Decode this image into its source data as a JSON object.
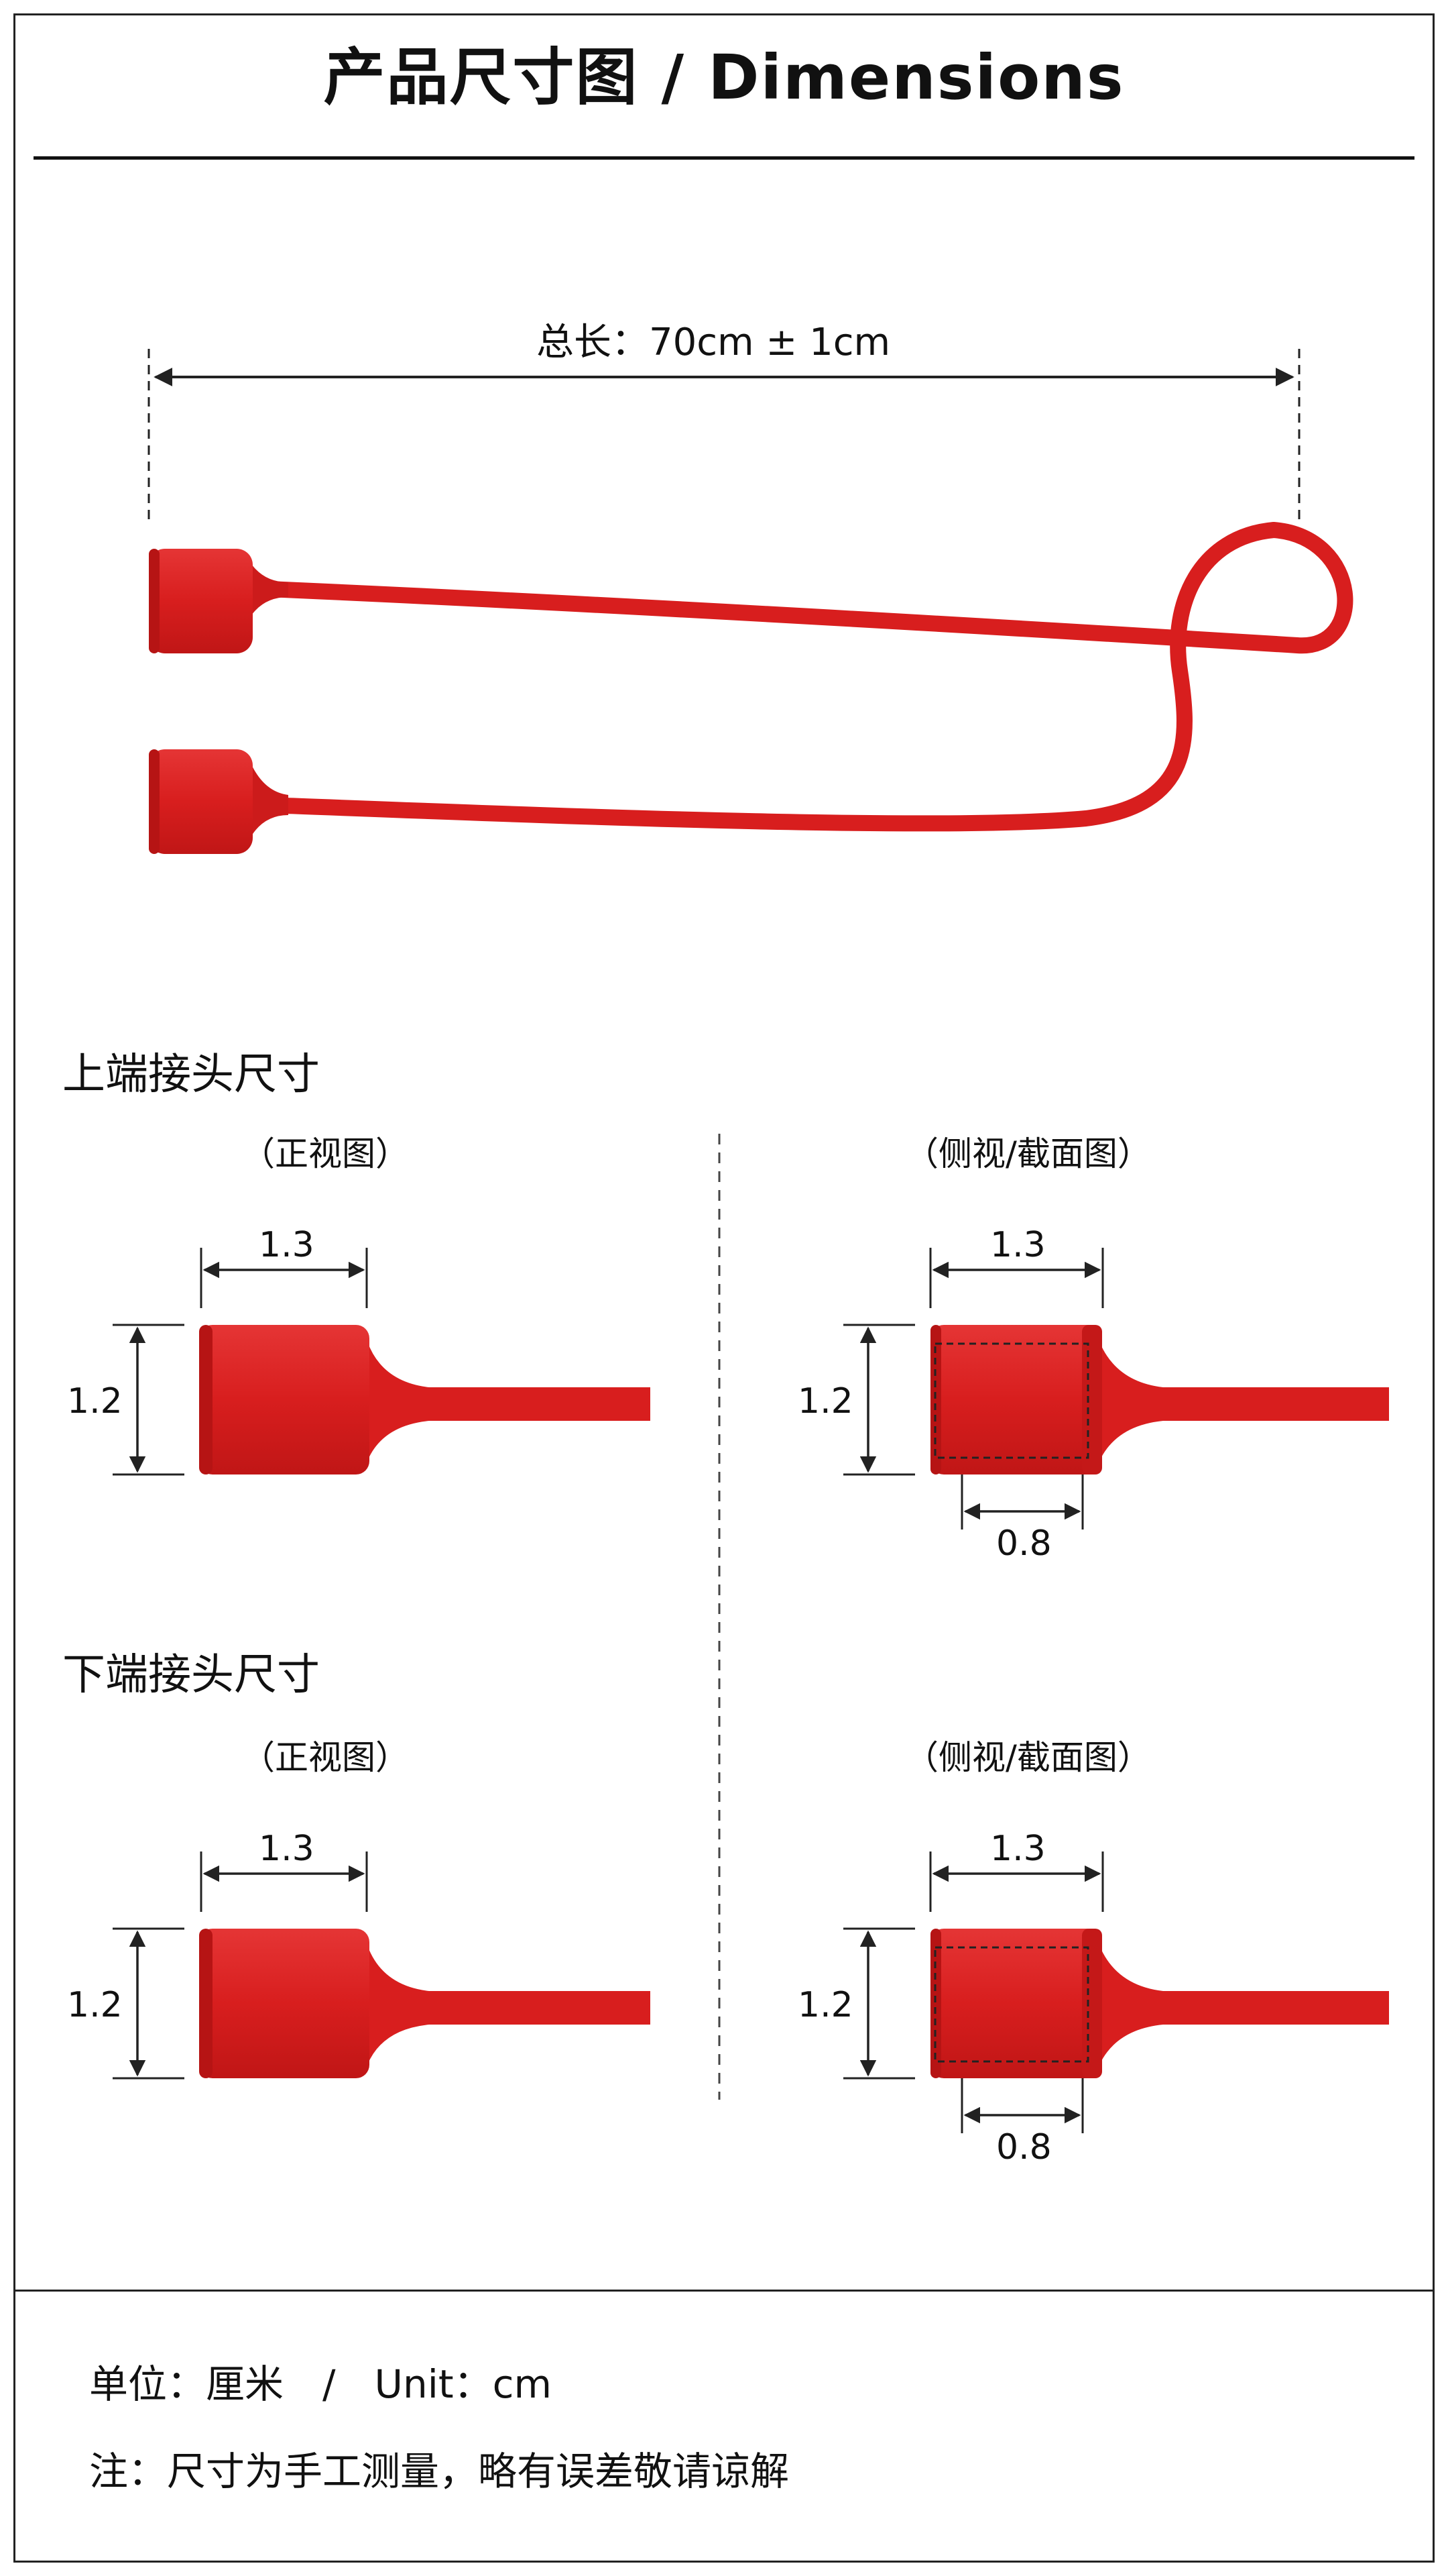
{
  "header": {
    "title": "产品尺寸图 / Dimensions"
  },
  "overall": {
    "length_label": "总长：70cm ± 1cm"
  },
  "sections": {
    "top": {
      "title": "上端接头尺寸",
      "front_view_label": "（正视图）",
      "side_view_label": "（侧视/截面图）",
      "front_width": "1.3",
      "front_height": "1.2",
      "side_width": "1.3",
      "side_height": "1.2",
      "side_inner": "0.8"
    },
    "bottom": {
      "title": "下端接头尺寸",
      "front_view_label": "（正视图）",
      "side_view_label": "（侧视/截面图）",
      "front_width": "1.3",
      "front_height": "1.2",
      "side_width": "1.3",
      "side_height": "1.2",
      "side_inner": "0.8"
    }
  },
  "footer": {
    "unit": "单位：厘米　/　Unit：cm",
    "note": "注：尺寸为手工测量，略有误差敬请谅解"
  },
  "colors": {
    "product_red": "#e02424",
    "product_dark": "#b81818",
    "line": "#222222"
  }
}
